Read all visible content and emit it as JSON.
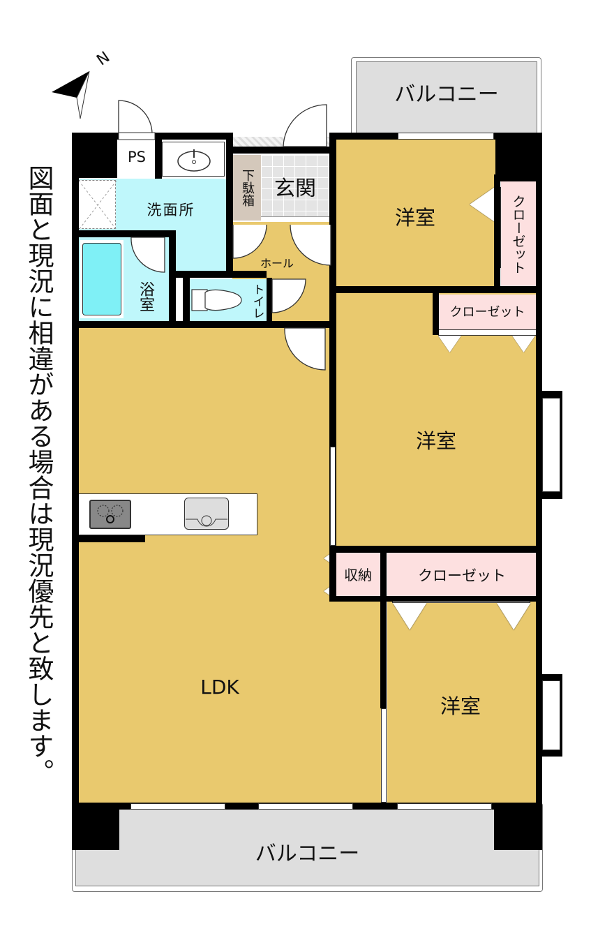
{
  "notice": "図面と現況に相違がある場合は現況優先と致します。",
  "compass": {
    "label": "N"
  },
  "rooms": {
    "ps": "PS",
    "washroom": "洗面所",
    "bath": "浴室",
    "toilet": "トイレ",
    "shoe_box": "下駄箱",
    "entrance": "玄関",
    "hall": "ホール",
    "bedroom_north": "洋室",
    "closet_north": "クローゼット",
    "closet_middle": "クローゼット",
    "bedroom_middle": "洋室",
    "storage": "収納",
    "closet_south": "クローゼット",
    "bedroom_south": "洋室",
    "ldk": "LDK",
    "balcony_top": "バルコニー",
    "balcony_bottom": "バルコニー"
  },
  "colors": {
    "wood_floor": "#e9c96e",
    "wet_area": "#bff7fb",
    "closet": "#fde0e0",
    "balcony": "#dedede",
    "wall": "#000000"
  }
}
